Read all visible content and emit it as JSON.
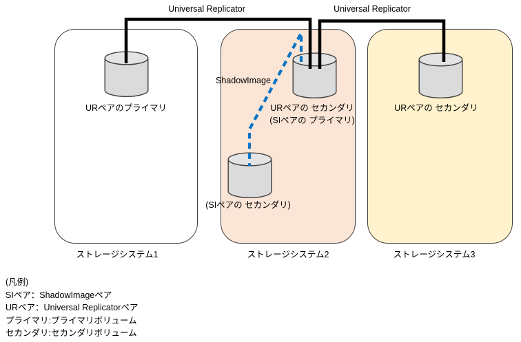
{
  "connectors": {
    "ur_label_left": "Universal Replicator",
    "ur_label_right": "Universal Replicator",
    "shadowimage_label": "ShadowImage"
  },
  "systems": [
    {
      "caption": "ストレージシステム1",
      "volumes": [
        {
          "label": "URペアのプライマリ"
        }
      ]
    },
    {
      "caption": "ストレージシステム2",
      "volumes": [
        {
          "label": "URペアの セカンダリ",
          "sublabel": "(SIペアの プライマリ)"
        },
        {
          "label": "(SIペアの セカンダリ)"
        }
      ]
    },
    {
      "caption": "ストレージシステム3",
      "volumes": [
        {
          "label": "URペアの セカンダリ"
        }
      ]
    }
  ],
  "legend": {
    "title": "(凡例)",
    "items": [
      "SIペア：ShadowImageペア",
      "URペア：Universal Replicatorペア",
      "プライマリ:プライマリボリューム",
      "セカンダリ:セカンダリボリューム"
    ]
  },
  "colors": {
    "system2_fill": "#fbe5d6",
    "system3_fill": "#fff2cc",
    "cylinder_fill": "#dbdbdb",
    "outline": "#404040",
    "ur_connector": "#000000",
    "shadowimage_connector": "#0b74c4"
  }
}
